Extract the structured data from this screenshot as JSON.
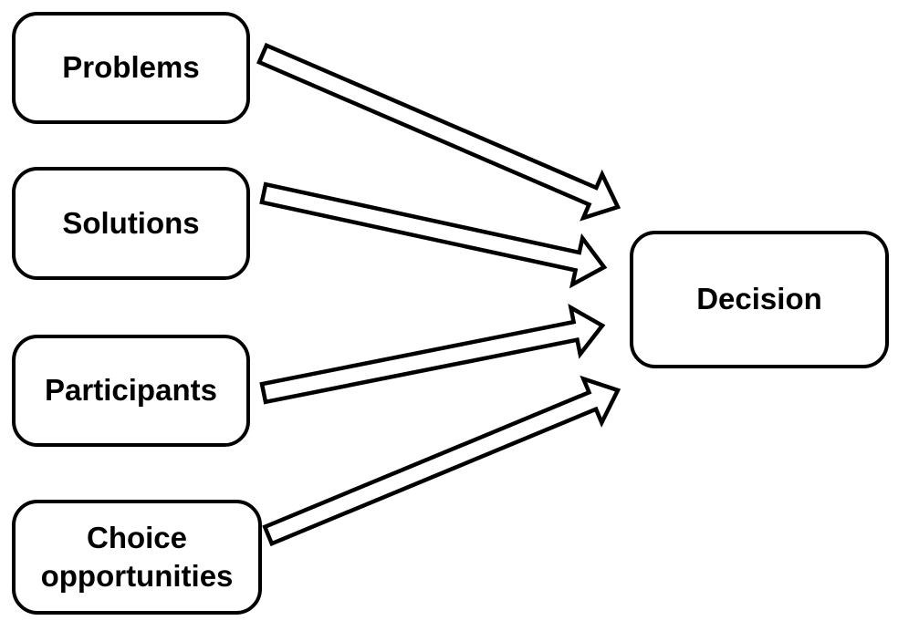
{
  "canvas": {
    "background_color": "#ffffff",
    "line_color": "#000000",
    "text_color": "#000000"
  },
  "diagram": {
    "nodes": [
      {
        "id": "problems",
        "label": "Problems"
      },
      {
        "id": "solutions",
        "label": "Solutions"
      },
      {
        "id": "participants",
        "label": "Participants"
      },
      {
        "id": "choice_opportunities",
        "label": "Choice opportunities"
      },
      {
        "id": "decision",
        "label": "Decision"
      }
    ],
    "edges": [
      {
        "from": "Problems",
        "to": "Decision",
        "style": "outlined-block-arrow"
      },
      {
        "from": "Solutions",
        "to": "Decision",
        "style": "outlined-block-arrow"
      },
      {
        "from": "Participants",
        "to": "Decision",
        "style": "outlined-block-arrow"
      },
      {
        "from": "Choice opportunities",
        "to": "Decision",
        "style": "outlined-block-arrow"
      }
    ]
  }
}
